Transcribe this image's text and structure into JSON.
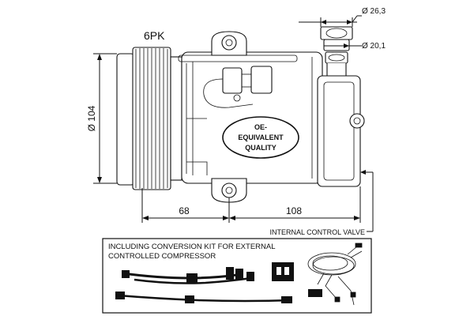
{
  "diagram": {
    "belt_label": "6PK",
    "dimensions": {
      "pulley_diameter": "Ø 104",
      "length_a": "68",
      "length_b": "108",
      "port_large": "Ø 26,3",
      "port_small": "Ø 20,1"
    },
    "badge": {
      "line1": "OE-",
      "line2": "EQUIVALENT",
      "line3": "QUALITY"
    },
    "valve_label": "INTERNAL CONTROL VALVE",
    "kit_box": {
      "line1": "INCLUDING CONVERSION KIT FOR EXTERNAL",
      "line2": "CONTROLLED COMPRESSOR"
    }
  }
}
